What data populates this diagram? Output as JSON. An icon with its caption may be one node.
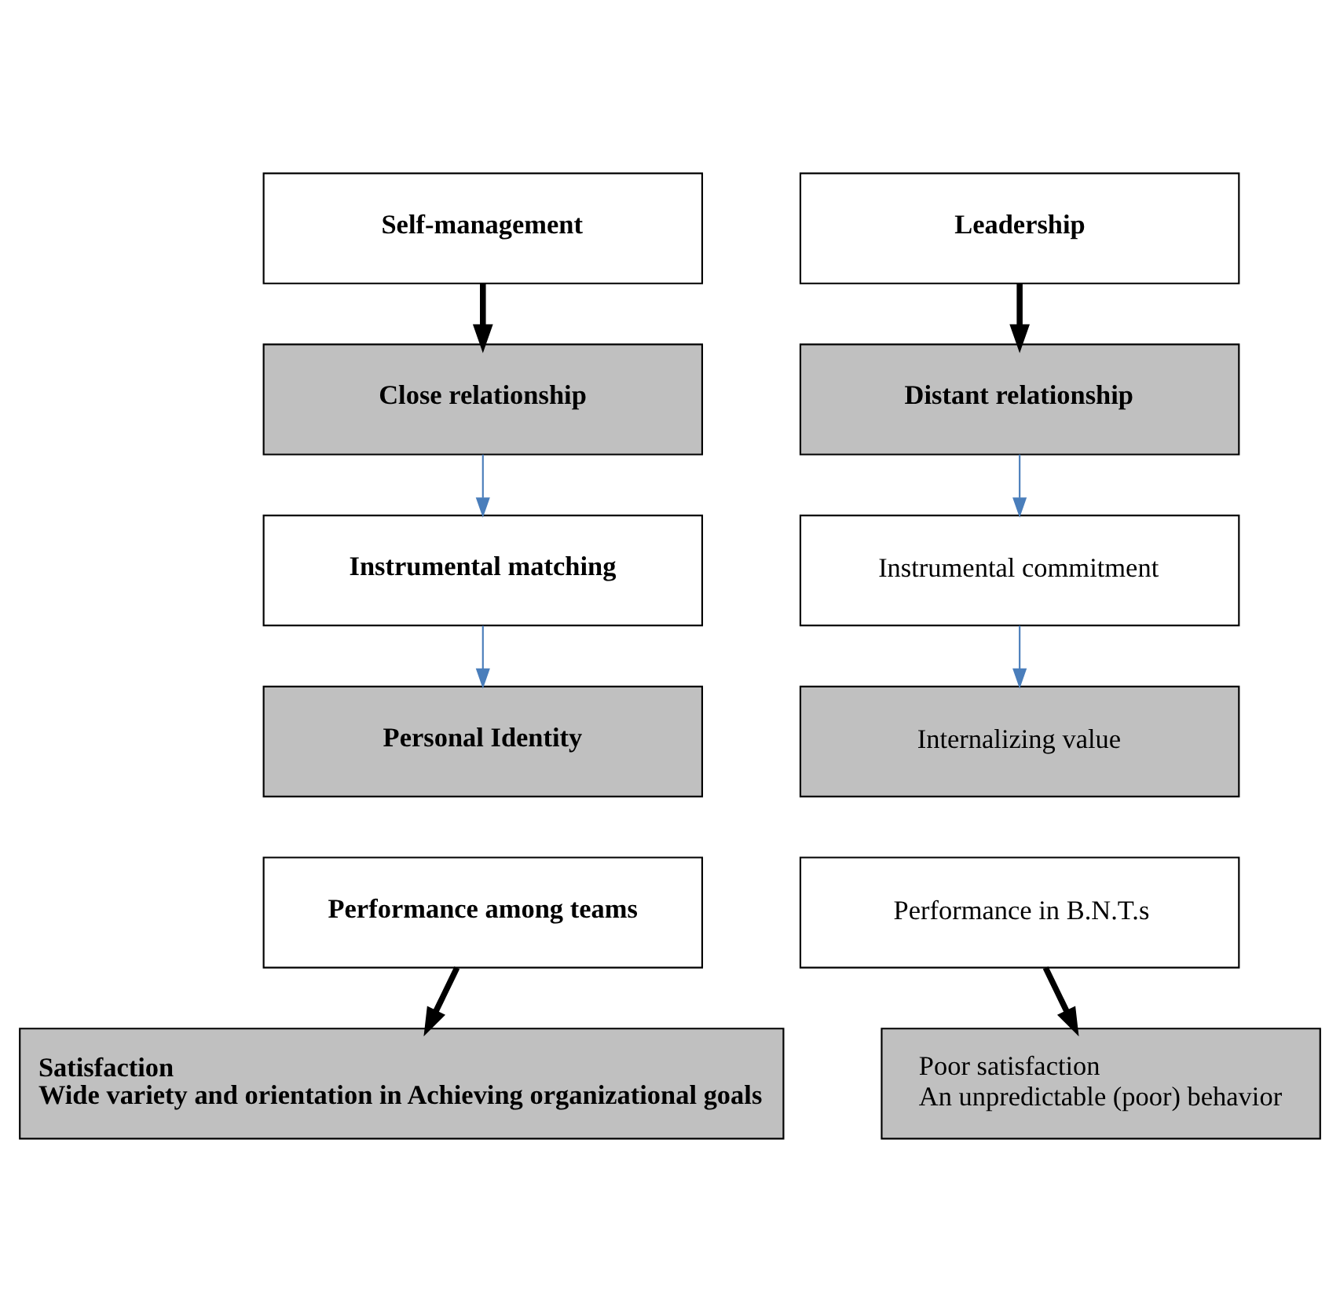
{
  "diagram": {
    "nodes": [
      {
        "text": [
          "Self-management"
        ]
      },
      {
        "text": [
          "Leadership"
        ]
      },
      {
        "text": [
          "Close relationship"
        ]
      },
      {
        "text": [
          "Distant relationship"
        ]
      },
      {
        "text": [
          "Instrumental matching"
        ]
      },
      {
        "text": [
          "Instrumental commitment"
        ]
      },
      {
        "text": [
          "Personal Identity"
        ]
      },
      {
        "text": [
          "Internalizing value"
        ]
      },
      {
        "text": [
          "Performance among teams"
        ]
      },
      {
        "text": [
          "Performance in B.N.T.s"
        ]
      },
      {
        "text": [
          "Satisfaction",
          "Wide variety and orientation in Achieving organizational goals"
        ]
      },
      {
        "text": [
          "Poor satisfaction",
          "An unpredictable (poor) behavior"
        ]
      }
    ],
    "edges": [
      {
        "from": 0,
        "to": 2,
        "arrow": "to",
        "style": "thick"
      },
      {
        "from": 1,
        "to": 3,
        "arrow": "to",
        "style": "thick"
      },
      {
        "from": 2,
        "to": 4,
        "arrow": "to",
        "color": "#4a7ebb"
      },
      {
        "from": 3,
        "to": 5,
        "arrow": "to",
        "color": "#4a7ebb"
      },
      {
        "from": 4,
        "to": 6,
        "arrow": "to",
        "color": "#4a7ebb"
      },
      {
        "from": 5,
        "to": 7,
        "arrow": "to",
        "color": "#4a7ebb"
      },
      {
        "from": 8,
        "to": 10,
        "arrow": "to",
        "style": "thick"
      },
      {
        "from": 9,
        "to": 11,
        "arrow": "to",
        "style": "thick"
      }
    ]
  }
}
